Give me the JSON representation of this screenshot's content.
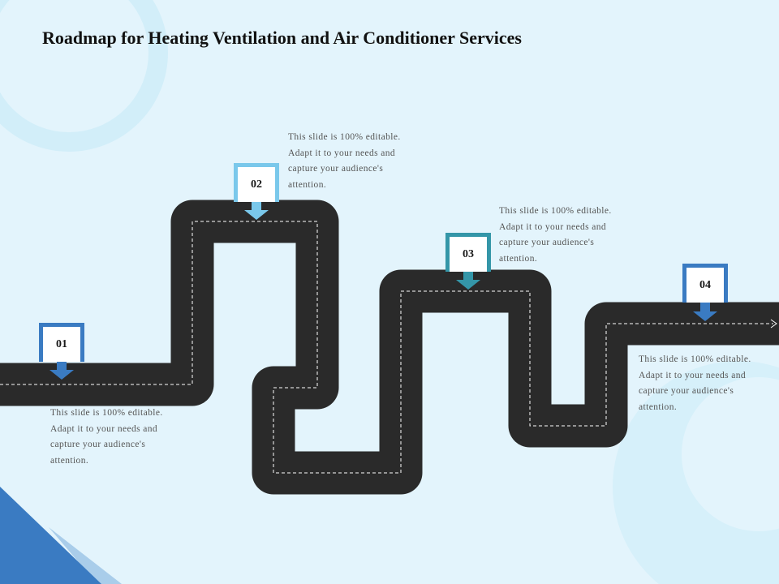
{
  "title": "Roadmap for Heating Ventilation and Air Conditioner Services",
  "colors": {
    "background": "#e3f4fc",
    "road": "#2a2a2a",
    "road_dash": "#ffffff",
    "accent_blue": "#3a7bc2",
    "accent_light_blue": "#7ac8eb",
    "accent_teal": "#3496a8"
  },
  "milestones": [
    {
      "number": "01",
      "text": "This slide is 100% editable. Adapt it to your needs and capture your audience's attention."
    },
    {
      "number": "02",
      "text": "This slide is 100% editable. Adapt it to your needs and capture your audience's attention."
    },
    {
      "number": "03",
      "text": "This slide is 100% editable. Adapt it to your needs and capture your audience's attention."
    },
    {
      "number": "04",
      "text": "This slide is 100% editable. Adapt it to your needs and capture your audience's attention."
    }
  ]
}
